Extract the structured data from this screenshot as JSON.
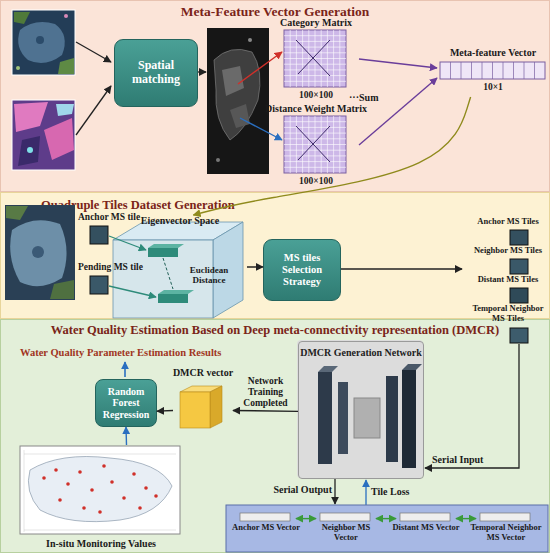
{
  "diagram": {
    "nodes": [
      {
        "text": [
          "Meta-Feature Vector Generation"
        ]
      },
      {
        "text": [
          "Spatial matching"
        ],
        "in": 0
      },
      {
        "text": [
          "Category Matrix",
          "100×100"
        ],
        "in": 0
      },
      {
        "text": [
          "Distance Weight Matrix",
          "100×100"
        ],
        "in": 0
      },
      {
        "text": [
          "Meta-feature Vector",
          "10×1"
        ],
        "in": 0
      },
      {
        "text": [
          "Quadruple Tiles Dataset Generation"
        ]
      },
      {
        "text": [
          "Eigenvector Space",
          "Euclidean Distance"
        ],
        "in": 5
      },
      {
        "text": [
          "MS tiles Selection Strategy"
        ],
        "in": 5
      },
      {
        "text": [
          "Water Quality Estimation Based on Deep meta-connectivity representation (DMCR)"
        ]
      },
      {
        "text": [
          "DMCR Generation Network"
        ],
        "in": 8
      },
      {
        "text": [
          "Random Forest Regression"
        ],
        "in": 8
      },
      {
        "text": [
          "DMCR vector"
        ],
        "in": 8
      },
      {
        "text": [
          "In-situ Monitoring Values"
        ],
        "in": 8
      },
      {
        "text": [
          "Anchor MS Vector"
        ],
        "in": 8
      },
      {
        "text": [
          "Neighbor MS Vector"
        ],
        "in": 8
      },
      {
        "text": [
          "Distant MS Vector"
        ],
        "in": 8
      },
      {
        "text": [
          "Temporal Neighbor MS Vector"
        ],
        "in": 8
      }
    ],
    "edges": [
      {
        "from": 2,
        "to": 4,
        "arrow": "to"
      },
      {
        "from": 3,
        "to": 4,
        "arrow": "to"
      },
      {
        "from": 4,
        "to": 6,
        "arrow": "to"
      },
      {
        "from": 6,
        "to": 7,
        "arrow": "to"
      },
      {
        "from": 9,
        "to": 11,
        "label": "Network Training Completed",
        "arrow": "to"
      },
      {
        "from": 11,
        "to": 10,
        "arrow": "to"
      },
      {
        "from": 12,
        "to": 10,
        "arrow": "to"
      },
      {
        "from": 13,
        "to": 14,
        "arrow": "both"
      },
      {
        "from": 14,
        "to": 15,
        "arrow": "both"
      },
      {
        "from": 15,
        "to": 16,
        "arrow": "both"
      }
    ],
    "labels": [
      "···Sum",
      "Anchor MS tile",
      "Pending MS tile",
      "Anchor MS Tiles",
      "Neighbor MS Tiles",
      "Distant MS Tiles",
      "Temporal Neighbor MS Tiles",
      "Water Quality Parameter Estimation Results",
      "Serial Input",
      "Serial Output",
      "Tile Loss"
    ]
  }
}
